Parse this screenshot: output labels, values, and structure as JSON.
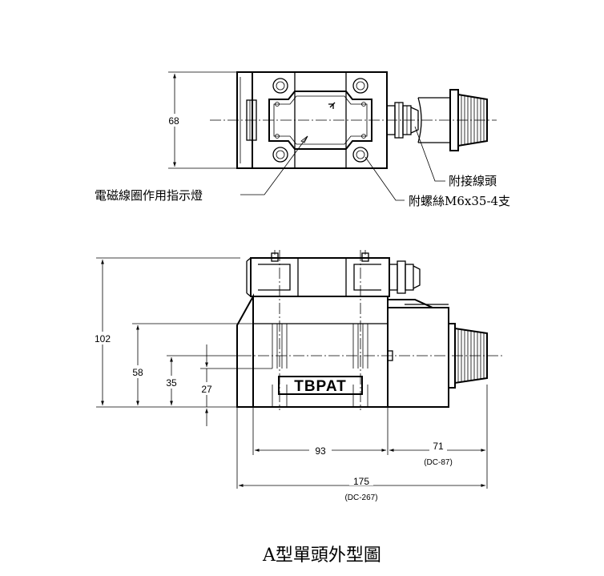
{
  "top_view": {
    "dim_height": "68",
    "label_indicator": "電磁線圈作用指示燈",
    "label_connector": "附接線頭",
    "label_screws": "附螺絲M6x35-4支"
  },
  "side_view": {
    "dim_total_height": "102",
    "dim_body_height": "58",
    "dim_center_height": "35",
    "dim_port_height": "27",
    "brand_plate": "TBPAT",
    "dim_body_width": "93",
    "dim_coil_length": "71",
    "dim_coil_model": "(DC-87)",
    "dim_total_length": "175",
    "dim_total_model": "(DC-267)"
  },
  "caption": "A型單頭外型圖"
}
